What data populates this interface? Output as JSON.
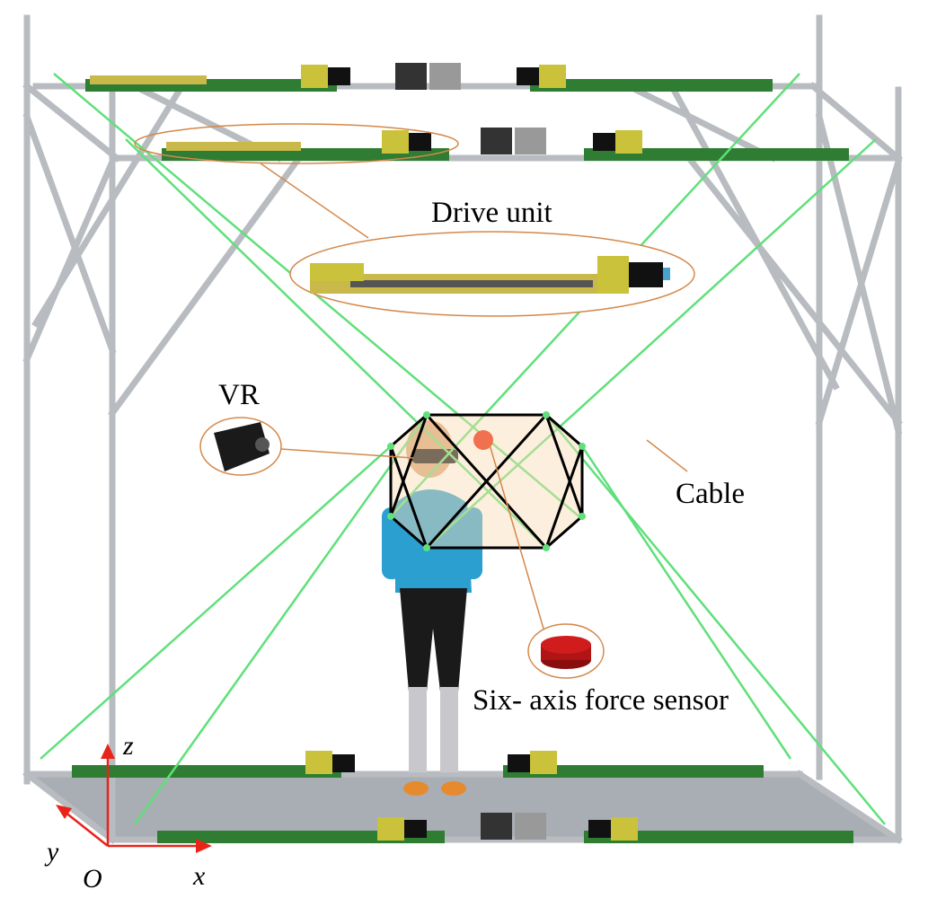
{
  "labels": {
    "drive_unit": "Drive unit",
    "vr": "VR",
    "cable": "Cable",
    "force_sensor": "Six- axis force sensor"
  },
  "axes": {
    "z": "z",
    "y": "y",
    "x": "x",
    "origin": "O"
  },
  "colors": {
    "frame": "#b8bcc0",
    "cable": "#5fe07a",
    "callout": "#d4884a",
    "axis": "#e8231a",
    "platform_edge": "#000000"
  }
}
